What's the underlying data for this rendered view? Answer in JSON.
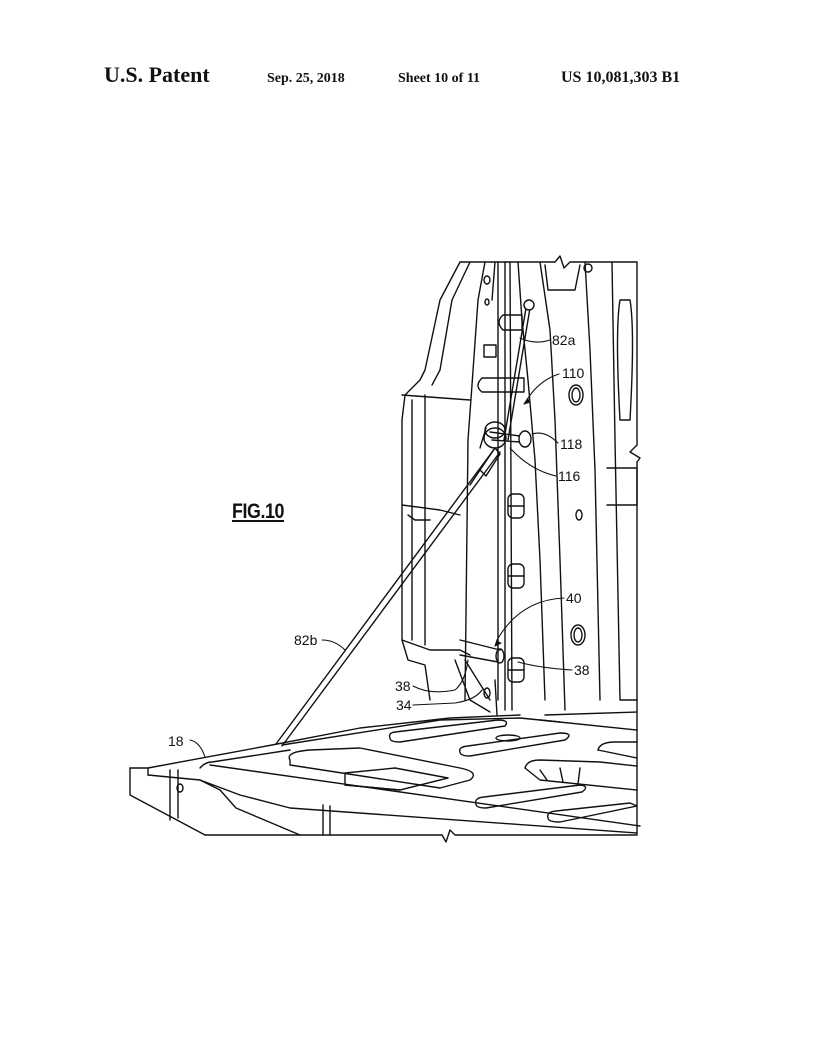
{
  "header": {
    "title": "U.S. Patent",
    "date": "Sep. 25, 2018",
    "sheet": "Sheet 10 of 11",
    "patent_number": "US 10,081,303 B1"
  },
  "figure": {
    "label": "FIG.10",
    "reference_numerals": [
      {
        "id": "82a",
        "text": "82a"
      },
      {
        "id": "110",
        "text": "110"
      },
      {
        "id": "118",
        "text": "118"
      },
      {
        "id": "116",
        "text": "116"
      },
      {
        "id": "40",
        "text": "40"
      },
      {
        "id": "38_right",
        "text": "38"
      },
      {
        "id": "82b",
        "text": "82b"
      },
      {
        "id": "38_left",
        "text": "38"
      },
      {
        "id": "34",
        "text": "34"
      },
      {
        "id": "18",
        "text": "18"
      }
    ]
  }
}
